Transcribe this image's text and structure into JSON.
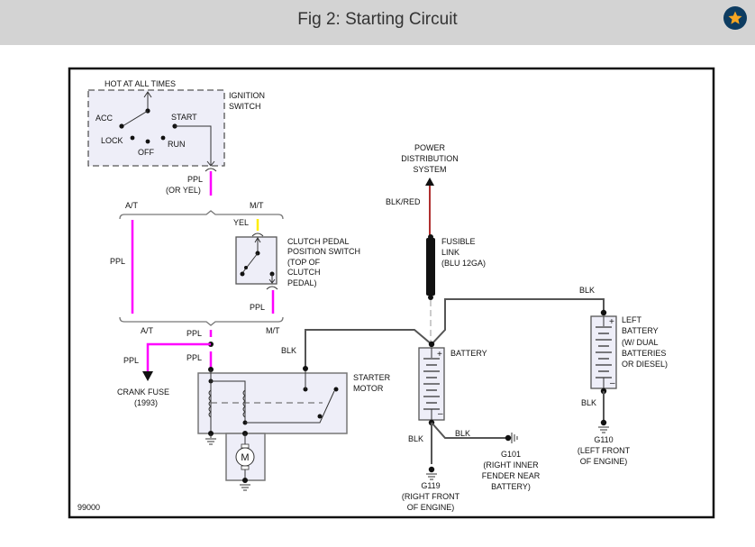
{
  "header": {
    "title": "Fig 2: Starting Circuit",
    "favorite_icon": "star-icon",
    "favorite_color": "#f5a623",
    "favorite_bg": "#0d3c61"
  },
  "diagram": {
    "figure_number": "99000",
    "wire_colors": {
      "ppl": "#ff00ff",
      "yel": "#ffff00",
      "blk": "#555555",
      "blk_red": "#b03030"
    },
    "ignition_switch": {
      "hot_label": "HOT AT ALL TIMES",
      "name_line1": "IGNITION",
      "name_line2": "SWITCH",
      "positions": {
        "acc": "ACC",
        "start": "START",
        "lock": "LOCK",
        "off": "OFF",
        "run": "RUN"
      },
      "out_wire_line1": "PPL",
      "out_wire_line2": "(OR YEL)"
    },
    "branch_top": {
      "at": "A/T",
      "mt": "M/T"
    },
    "branch_bottom": {
      "at": "A/T",
      "mt": "M/T"
    },
    "at_wire": "PPL",
    "clutch_switch": {
      "in_wire": "YEL",
      "out_wire": "PPL",
      "name_lines": [
        "CLUTCH PEDAL",
        "POSITION SWITCH",
        "(TOP OF",
        "CLUTCH",
        "PEDAL)"
      ]
    },
    "crank_fuse": {
      "wire": "PPL",
      "line1": "CRANK FUSE",
      "line2": "(1993)"
    },
    "splice_labels": {
      "upper": "PPL",
      "lower": "PPL"
    },
    "starter_motor": {
      "wire": "BLK",
      "name_line1": "STARTER",
      "name_line2": "MOTOR",
      "motor_symbol": "M"
    },
    "power_distribution": {
      "lines": [
        "POWER",
        "DISTRIBUTION",
        "SYSTEM"
      ],
      "wire": "BLK/RED"
    },
    "fusible_link": {
      "lines": [
        "FUSIBLE",
        "LINK",
        "(BLU 12GA)"
      ]
    },
    "battery": {
      "name": "BATTERY",
      "plus": "+",
      "minus": "–",
      "wire_to_g119": "BLK",
      "wire_to_g101": "BLK"
    },
    "left_battery": {
      "wire_top": "BLK",
      "wire_bottom": "BLK",
      "lines": [
        "LEFT",
        "BATTERY",
        "(W/ DUAL",
        "BATTERIES",
        "OR DIESEL)"
      ],
      "plus": "+",
      "minus": "–"
    },
    "grounds": {
      "g101": [
        "G101",
        "(RIGHT INNER",
        "FENDER NEAR",
        "BATTERY)"
      ],
      "g119": [
        "G119",
        "(RIGHT FRONT",
        "OF ENGINE)"
      ],
      "g110": [
        "G110",
        "(LEFT FRONT",
        "OF ENGINE)"
      ]
    }
  }
}
